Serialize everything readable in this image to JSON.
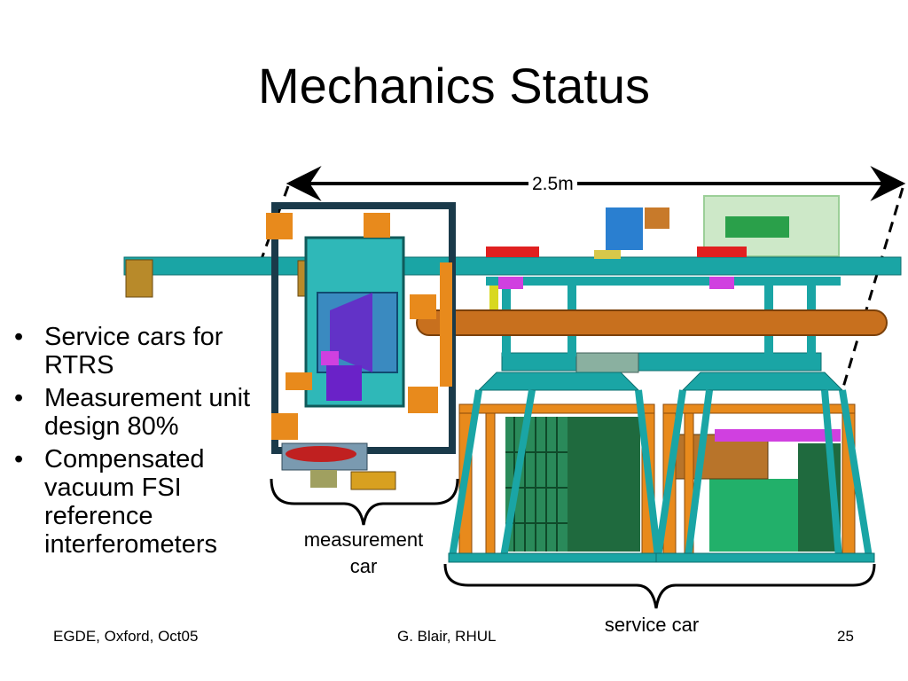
{
  "slide": {
    "title": "Mechanics Status",
    "bullets": [
      "Service cars for RTRS",
      "Measurement unit design 80%",
      "Compensated vacuum FSI reference interferometers"
    ],
    "bullet_symbol": "•",
    "dimension_label": "2.5m",
    "labels": {
      "measurement_car_line1": "measurement",
      "measurement_car_line2": "car",
      "service_car": "service car"
    },
    "footer": {
      "left": "EGDE, Oxford, Oct05",
      "center": "G. Blair, RHUL",
      "page": "25"
    },
    "colors": {
      "beam": "#1aa5a5",
      "frame_orange": "#e88a1c",
      "pipe": "#c8701e",
      "green_panel": "#1f8f4e",
      "purple": "#6a22c8",
      "magenta": "#d040e0",
      "red": "#e02020",
      "blue_box": "#2a7fd0"
    }
  }
}
